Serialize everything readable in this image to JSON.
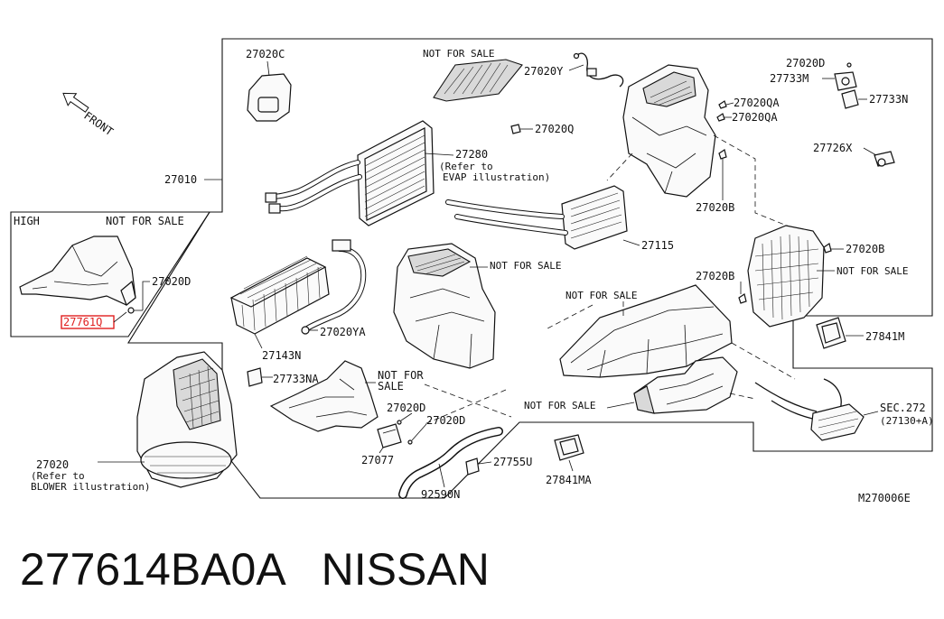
{
  "diagram": {
    "front_label": "FRONT",
    "diagram_code": "M270006E",
    "inset": {
      "title": "HIGH",
      "note": "NOT FOR SALE",
      "labels": [
        "27020D",
        "27761Q"
      ],
      "highlighted_part": "27761Q",
      "highlight_color": "#e02020"
    },
    "part_labels": {
      "p27020C": "27020C",
      "p27010": "27010",
      "p27020Y": "27020Y",
      "p27020Q": "27020Q",
      "p27280": "27280",
      "p27280_note_line1": "(Refer to",
      "p27280_note_line2": "EVAP illustration)",
      "p27020D_top": "27020D",
      "p27733M": "27733M",
      "p27733N": "27733N",
      "p27020QA_1": "27020QA",
      "p27020QA_2": "27020QA",
      "p27726X": "27726X",
      "p27020B_1": "27020B",
      "p27020B_2": "27020B",
      "p27020B_3": "27020B",
      "p27115": "27115",
      "p27143N": "27143N",
      "p27020YA": "27020YA",
      "p27733NA": "27733NA",
      "p27020D_mid": "27020D",
      "p27020D_low": "27020D",
      "p27077": "27077",
      "p27755U": "27755U",
      "p92590N": "92590N",
      "p27841MA": "27841MA",
      "p27841M": "27841M",
      "p27020_blower": "27020",
      "p27020_note_line1": "(Refer to",
      "p27020_note_line2": "BLOWER illustration)",
      "sec272_line1": "SEC.272",
      "sec272_line2": "(27130+A)"
    },
    "nfs_labels": {
      "top": "NOT FOR SALE",
      "case": "NOT FOR SALE",
      "right": "NOT FOR SALE",
      "center": "NOT FOR SALE",
      "duct": "NOT FOR SALE",
      "lower_line1": "NOT FOR",
      "lower_line2": "SALE"
    }
  },
  "caption": {
    "part_number": "277614BA0A",
    "brand": "NISSAN"
  }
}
